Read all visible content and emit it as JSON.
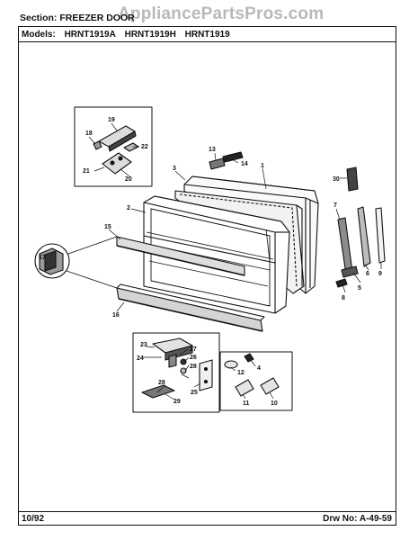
{
  "watermark": "AppliancePartsPros.com",
  "header": {
    "section_label": "Section:",
    "section_value": "FREEZER DOOR",
    "models_label": "Models:",
    "models": [
      "HRNT1919A",
      "HRNT1919H",
      "HRNT1919"
    ]
  },
  "footer": {
    "date": "10/92",
    "drawing": "Drw No: A-49-59"
  },
  "parts": {
    "p1": "1",
    "p2": "2",
    "p3": "3",
    "p4": "4",
    "p5": "5",
    "p6": "6",
    "p7": "7",
    "p8": "8",
    "p9": "9",
    "p10": "10",
    "p11": "11",
    "p12": "12",
    "p13": "13",
    "p14": "14",
    "p15": "15",
    "p16": "16",
    "p17": "17",
    "p18": "18",
    "p19": "19",
    "p20": "20",
    "p21": "21",
    "p22": "22",
    "p23": "23",
    "p24": "24",
    "p25": "25",
    "p26": "26",
    "p27": "27",
    "p28": "28",
    "p29": "29",
    "p30": "30"
  }
}
